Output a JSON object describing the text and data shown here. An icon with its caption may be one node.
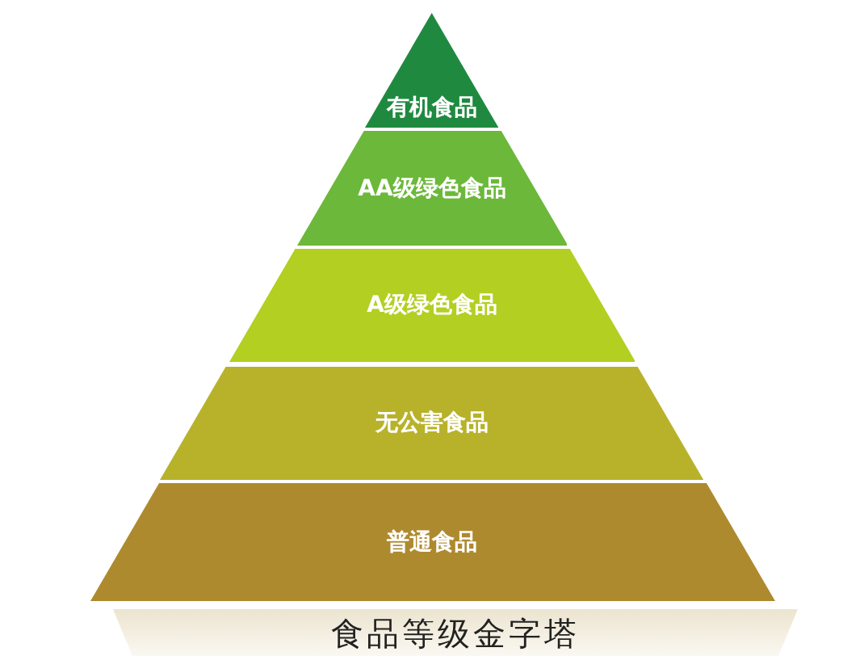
{
  "diagram": {
    "title": "食品等级金字塔",
    "nodes": [
      {
        "text": [
          "有机食品"
        ]
      },
      {
        "text": [
          "AA级绿色食品"
        ]
      },
      {
        "text": [
          "A级绿色食品"
        ]
      },
      {
        "text": [
          "无公害食品"
        ]
      },
      {
        "text": [
          "普通食品"
        ]
      }
    ]
  }
}
